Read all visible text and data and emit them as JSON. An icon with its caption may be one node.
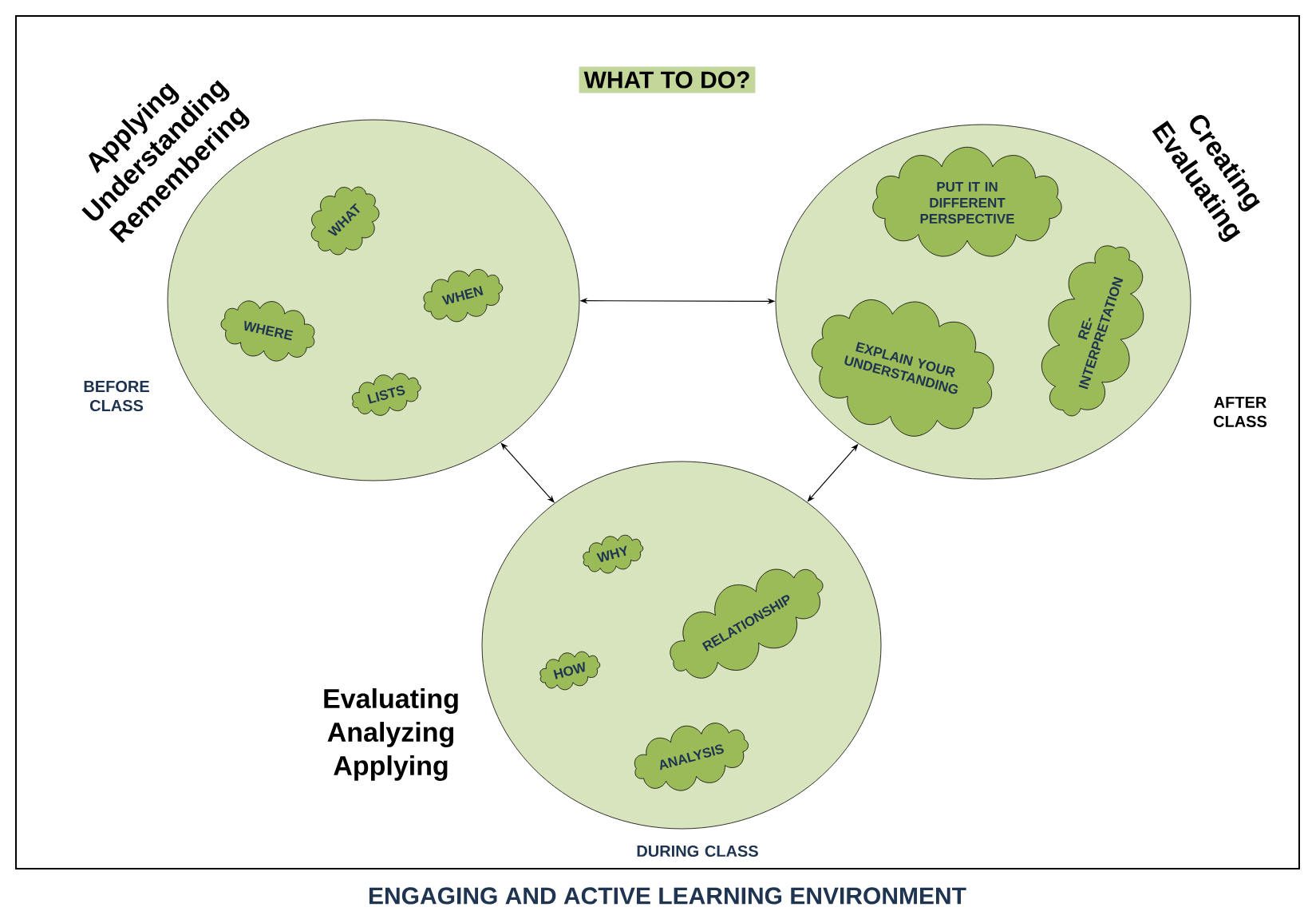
{
  "diagram": {
    "title": "WHAT TO DO?",
    "caption": "ENGAGING AND ACTIVE LEARNING ENVIRONMENT",
    "nodes": [
      {
        "text": [],
        "shape": "circle",
        "beside": [
          "Applying Understanding Remembering",
          "BEFORE CLASS"
        ]
      },
      {
        "text": [
          "WHAT"
        ],
        "in": 0
      },
      {
        "text": [
          "WHERE"
        ],
        "in": 0
      },
      {
        "text": [
          "WHEN"
        ],
        "in": 0
      },
      {
        "text": [
          "LISTS"
        ],
        "in": 0
      },
      {
        "text": [],
        "shape": "circle",
        "beside": [
          "Creating Evaluating",
          "AFTER CLASS"
        ]
      },
      {
        "text": [
          "PUT IT IN DIFFERENT PERSPECTIVE"
        ],
        "in": 5
      },
      {
        "text": [
          "EXPLAIN YOUR UNDERSTANDING"
        ],
        "in": 5
      },
      {
        "text": [
          "RE- INTERPRETATION"
        ],
        "in": 5
      },
      {
        "text": [],
        "shape": "circle",
        "beside": [
          "Evaluating Analyzing Applying",
          "DURING CLASS"
        ]
      },
      {
        "text": [
          "WHY"
        ],
        "in": 9
      },
      {
        "text": [
          "HOW"
        ],
        "in": 9
      },
      {
        "text": [
          "RELATIONSHIP"
        ],
        "in": 9
      },
      {
        "text": [
          "ANALYSIS"
        ],
        "in": 9
      }
    ],
    "edges": [
      {
        "from": 0,
        "to": 5,
        "arrow": "both"
      },
      {
        "from": 0,
        "to": 9,
        "arrow": "both"
      },
      {
        "from": 5,
        "to": 9,
        "arrow": "both"
      }
    ]
  }
}
